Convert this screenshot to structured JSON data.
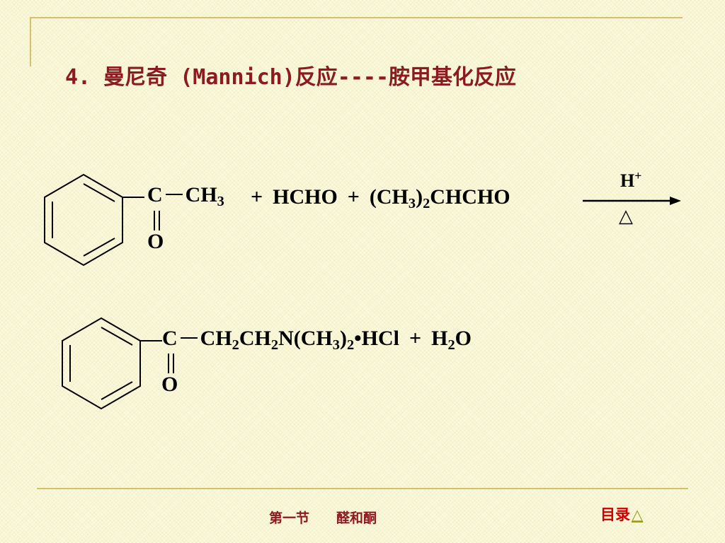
{
  "slide": {
    "title": "4. 曼尼奇 (Mannich)反应----胺甲基化反应"
  },
  "reaction": {
    "reactant1": {
      "carbonyl_c": "C",
      "ch": "CH",
      "ch_sub": "3",
      "oxygen": "O"
    },
    "plus1": "+",
    "reactant2": "HCHO",
    "plus2": "+",
    "reactant3": {
      "part1": "(CH",
      "sub1": "3",
      "part2": ")",
      "sub2": "2",
      "part3": "CHCHO"
    },
    "arrow": {
      "catalyst": "H",
      "catalyst_charge": "+",
      "condition": "△"
    },
    "product": {
      "carbonyl_c": "C",
      "p1": "CH",
      "s1": "2",
      "p2": "CH",
      "s2": "2",
      "p3": "N(CH",
      "s3": "3",
      "p4": ")",
      "s4": "2",
      "dot": "•",
      "p5": "HCl",
      "plus": "+",
      "water_h": "H",
      "water_sub": "2",
      "water_o": "O",
      "oxygen": "O"
    }
  },
  "footer": {
    "chapter": "第一节",
    "topic": "醛和酮",
    "toc_label": "目录",
    "toc_icon": "△"
  },
  "colors": {
    "title": "#8c1a22",
    "accent_line": "#d8c06a",
    "toc_link": "#cc0000",
    "toc_icon": "#9a9a18",
    "background": "#fbf9dc"
  }
}
